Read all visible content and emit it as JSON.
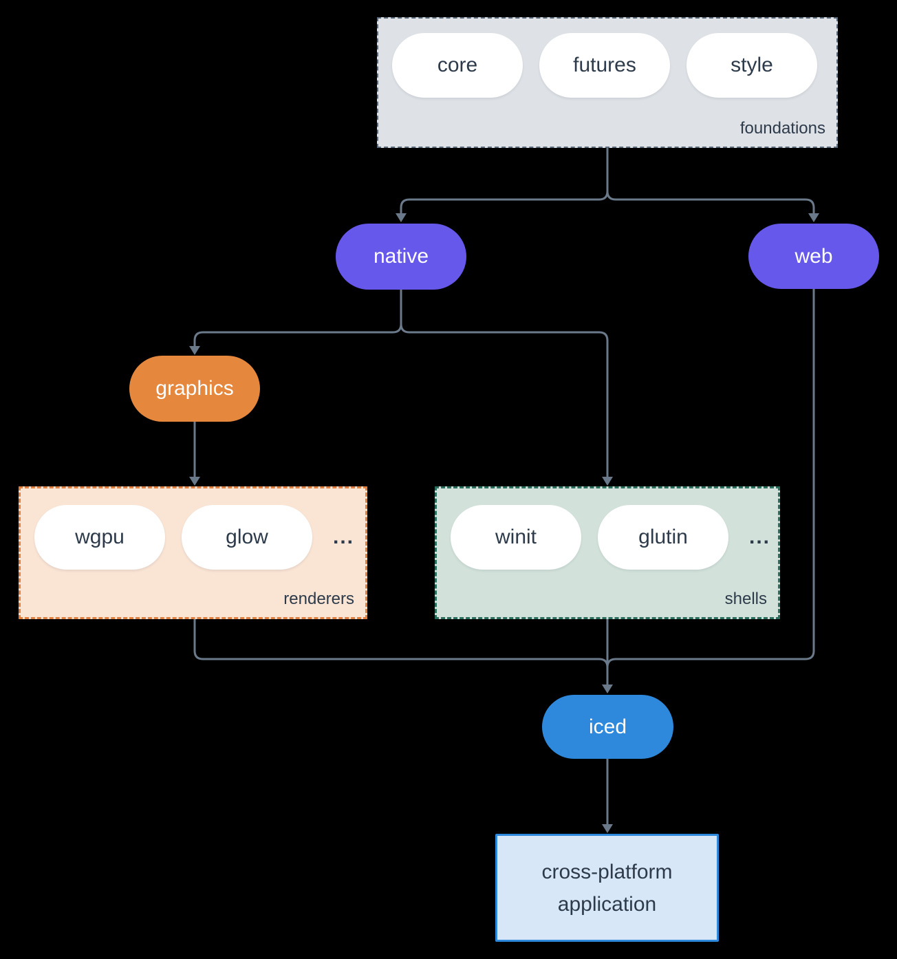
{
  "groups": {
    "foundations": {
      "label": "foundations",
      "pills": [
        "core",
        "futures",
        "style"
      ]
    },
    "renderers": {
      "label": "renderers",
      "pills": [
        "wgpu",
        "glow"
      ],
      "more": "..."
    },
    "shells": {
      "label": "shells",
      "pills": [
        "winit",
        "glutin"
      ],
      "more": "..."
    }
  },
  "nodes": {
    "native": "native",
    "web": "web",
    "graphics": "graphics",
    "iced": "iced",
    "application": "cross-platform application"
  },
  "colors": {
    "background": "#000000",
    "connector": "#6b7a8a",
    "node_purple": "#6558ea",
    "node_orange": "#e5873c",
    "node_blue": "#2e89dc",
    "pill_bg": "#ffffff",
    "text_dark": "#2d3a4a",
    "text_light": "#ffffff",
    "foundations_bg": "#dee2e6",
    "foundations_border": "#5b6b7b",
    "renderers_bg": "#fae4d4",
    "renderers_border": "#e08040",
    "shells_bg": "#d2e2da",
    "shells_border": "#2a6e5e",
    "application_bg": "#d7e7f8",
    "application_border": "#2e89dc"
  }
}
